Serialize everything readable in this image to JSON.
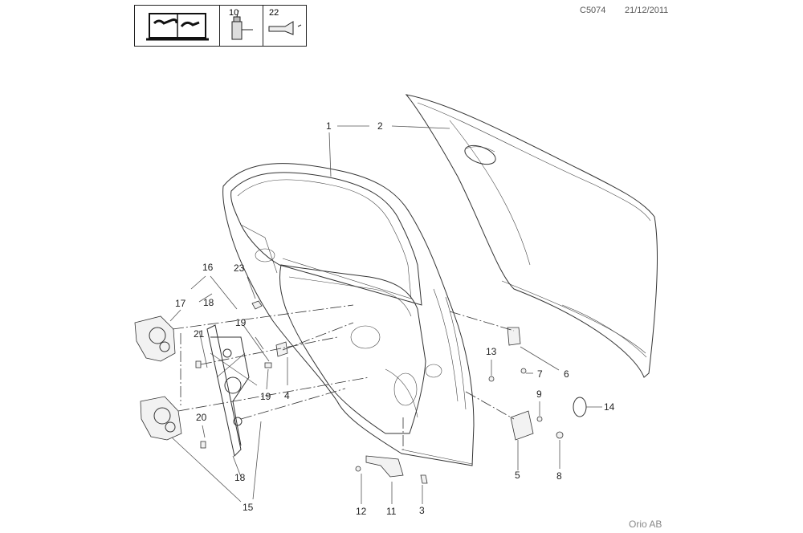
{
  "header": {
    "diagram_code": "C5074",
    "date": "21/12/2011",
    "legend": [
      {
        "id": "manual",
        "icon": "repair-manual-icon",
        "label": ""
      },
      {
        "id": "sealant",
        "icon": "sealant-cartridge-icon",
        "label": "10"
      },
      {
        "id": "adhesive",
        "icon": "adhesive-tube-icon",
        "label": "22"
      }
    ]
  },
  "callouts": [
    "1",
    "2",
    "3",
    "4",
    "5",
    "6",
    "7",
    "8",
    "9",
    "11",
    "12",
    "13",
    "14",
    "15",
    "16",
    "17",
    "18",
    "18",
    "19",
    "19",
    "20",
    "21",
    "23"
  ],
  "footer": {
    "brand": "Orio AB"
  }
}
